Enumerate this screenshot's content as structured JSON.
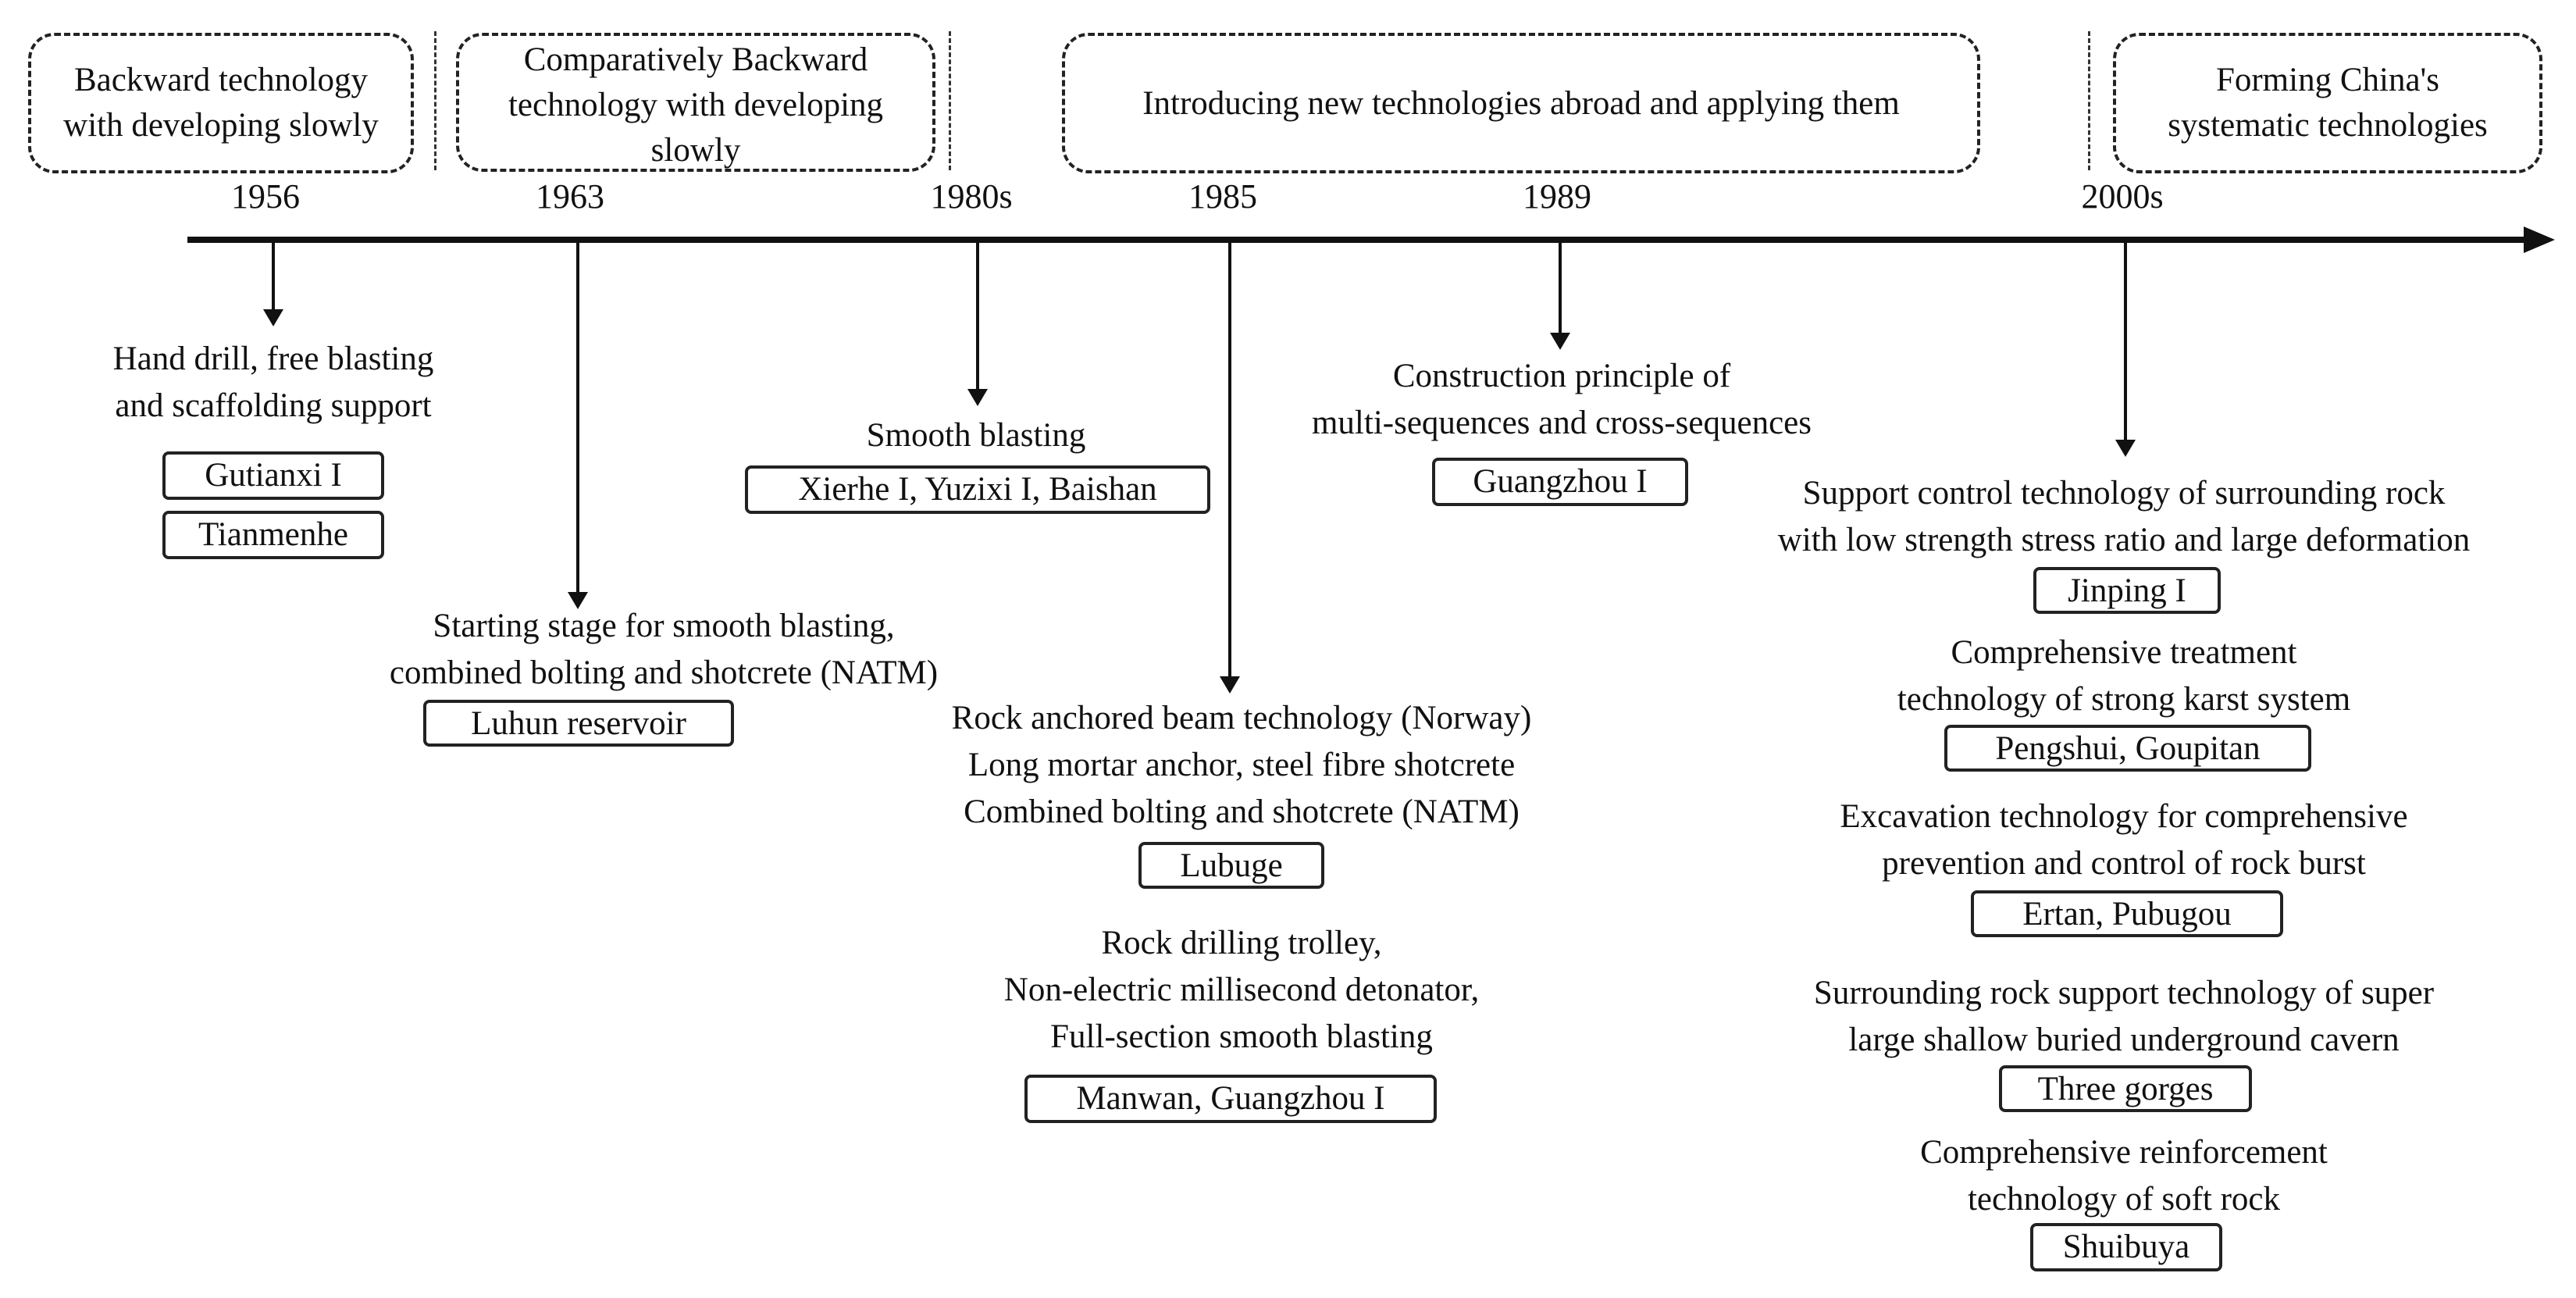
{
  "stages": [
    {
      "lines": [
        "Backward technology",
        "with developing slowly"
      ]
    },
    {
      "lines": [
        "Comparatively Backward",
        "technology with developing",
        "slowly"
      ]
    },
    {
      "lines": [
        "Introducing new technologies abroad and applying them"
      ]
    },
    {
      "lines": [
        "Forming China's",
        "systematic technologies"
      ]
    }
  ],
  "years": [
    "1956",
    "1963",
    "1980s",
    "1985",
    "1989",
    "2000s"
  ],
  "items": {
    "y1956": {
      "lines": [
        "Hand drill, free blasting",
        "and scaffolding support"
      ],
      "boxes": [
        "Gutianxi I",
        "Tianmenhe"
      ]
    },
    "y1963": {
      "lines": [
        "Starting stage for smooth blasting,",
        "combined bolting and shotcrete (NATM)"
      ],
      "boxes": [
        "Luhun reservoir"
      ]
    },
    "y1980s": {
      "lines": [
        "Smooth blasting"
      ],
      "boxes": [
        "Xierhe I, Yuzixi I, Baishan"
      ]
    },
    "y1985a": {
      "lines": [
        "Rock anchored beam technology (Norway)",
        "Long mortar anchor, steel fibre shotcrete",
        "Combined bolting and shotcrete (NATM)"
      ],
      "boxes": [
        "Lubuge"
      ]
    },
    "y1985b": {
      "lines": [
        "Rock drilling trolley,",
        "Non-electric millisecond detonator,",
        "Full-section smooth blasting"
      ],
      "boxes": [
        "Manwan, Guangzhou I"
      ]
    },
    "y1989": {
      "lines": [
        "Construction principle of",
        "multi-sequences and cross-sequences"
      ],
      "boxes": [
        "Guangzhou I"
      ]
    },
    "y2000a": {
      "lines": [
        "Support control technology of surrounding rock",
        "with low strength stress ratio and large deformation"
      ],
      "boxes": [
        "Jinping I"
      ]
    },
    "y2000b": {
      "lines": [
        "Comprehensive treatment",
        "technology of strong karst system"
      ],
      "boxes": [
        "Pengshui, Goupitan"
      ]
    },
    "y2000c": {
      "lines": [
        "Excavation technology for comprehensive",
        "prevention and control of rock burst"
      ],
      "boxes": [
        "Ertan, Pubugou"
      ]
    },
    "y2000d": {
      "lines": [
        "Surrounding rock support technology of super",
        "large shallow buried underground cavern"
      ],
      "boxes": [
        "Three gorges"
      ]
    },
    "y2000e": {
      "lines": [
        "Comprehensive reinforcement",
        "technology of soft rock"
      ],
      "boxes": [
        "Shuibuya"
      ]
    }
  }
}
